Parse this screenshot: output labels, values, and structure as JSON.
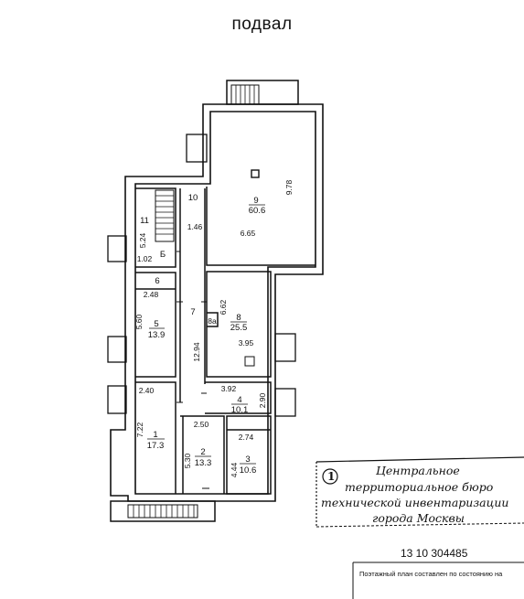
{
  "title": "подвал",
  "rooms": [
    {
      "id": "room-9",
      "number": "9",
      "area": "60.6"
    },
    {
      "id": "room-10",
      "number": "10",
      "area": ""
    },
    {
      "id": "room-11",
      "number": "11",
      "area": ""
    },
    {
      "id": "room-b",
      "number": "Б",
      "area": ""
    },
    {
      "id": "room-6",
      "number": "6",
      "area": ""
    },
    {
      "id": "room-5",
      "number": "5",
      "area": "13.9"
    },
    {
      "id": "room-7",
      "number": "7",
      "area": ""
    },
    {
      "id": "room-8",
      "number": "8",
      "area": "25.5"
    },
    {
      "id": "room-8a",
      "number": "8а",
      "area": ""
    },
    {
      "id": "room-4",
      "number": "4",
      "area": "10.1"
    },
    {
      "id": "room-1",
      "number": "1",
      "area": "17.3"
    },
    {
      "id": "room-2",
      "number": "2",
      "area": "13.3"
    },
    {
      "id": "room-3",
      "number": "3",
      "area": "10.6"
    }
  ],
  "dimensions": {
    "d_9_78": "9.78",
    "d_6_65": "6.65",
    "d_1_46": "1.46",
    "d_5_24": "5.24",
    "d_1_02": "1.02",
    "d_2_48": "2.48",
    "d_5_60": "5.60",
    "d_6_62": "6.62",
    "d_12_94": "12.94",
    "d_3_95": "3.95",
    "d_3_92": "3.92",
    "d_2_90": "2.90",
    "d_2_40": "2.40",
    "d_7_22": "7.22",
    "d_2_50": "2.50",
    "d_2_74": "2.74",
    "d_5_30": "5.30",
    "d_4_44": "4.44"
  },
  "stamp": {
    "number": "1",
    "lines": [
      "Центральное",
      "территориальное бюро",
      "технической инвентаризации",
      "города Москвы"
    ]
  },
  "document_number": "13 10 304485",
  "footer_note": "Поэтажный план составлен по состоянию на"
}
